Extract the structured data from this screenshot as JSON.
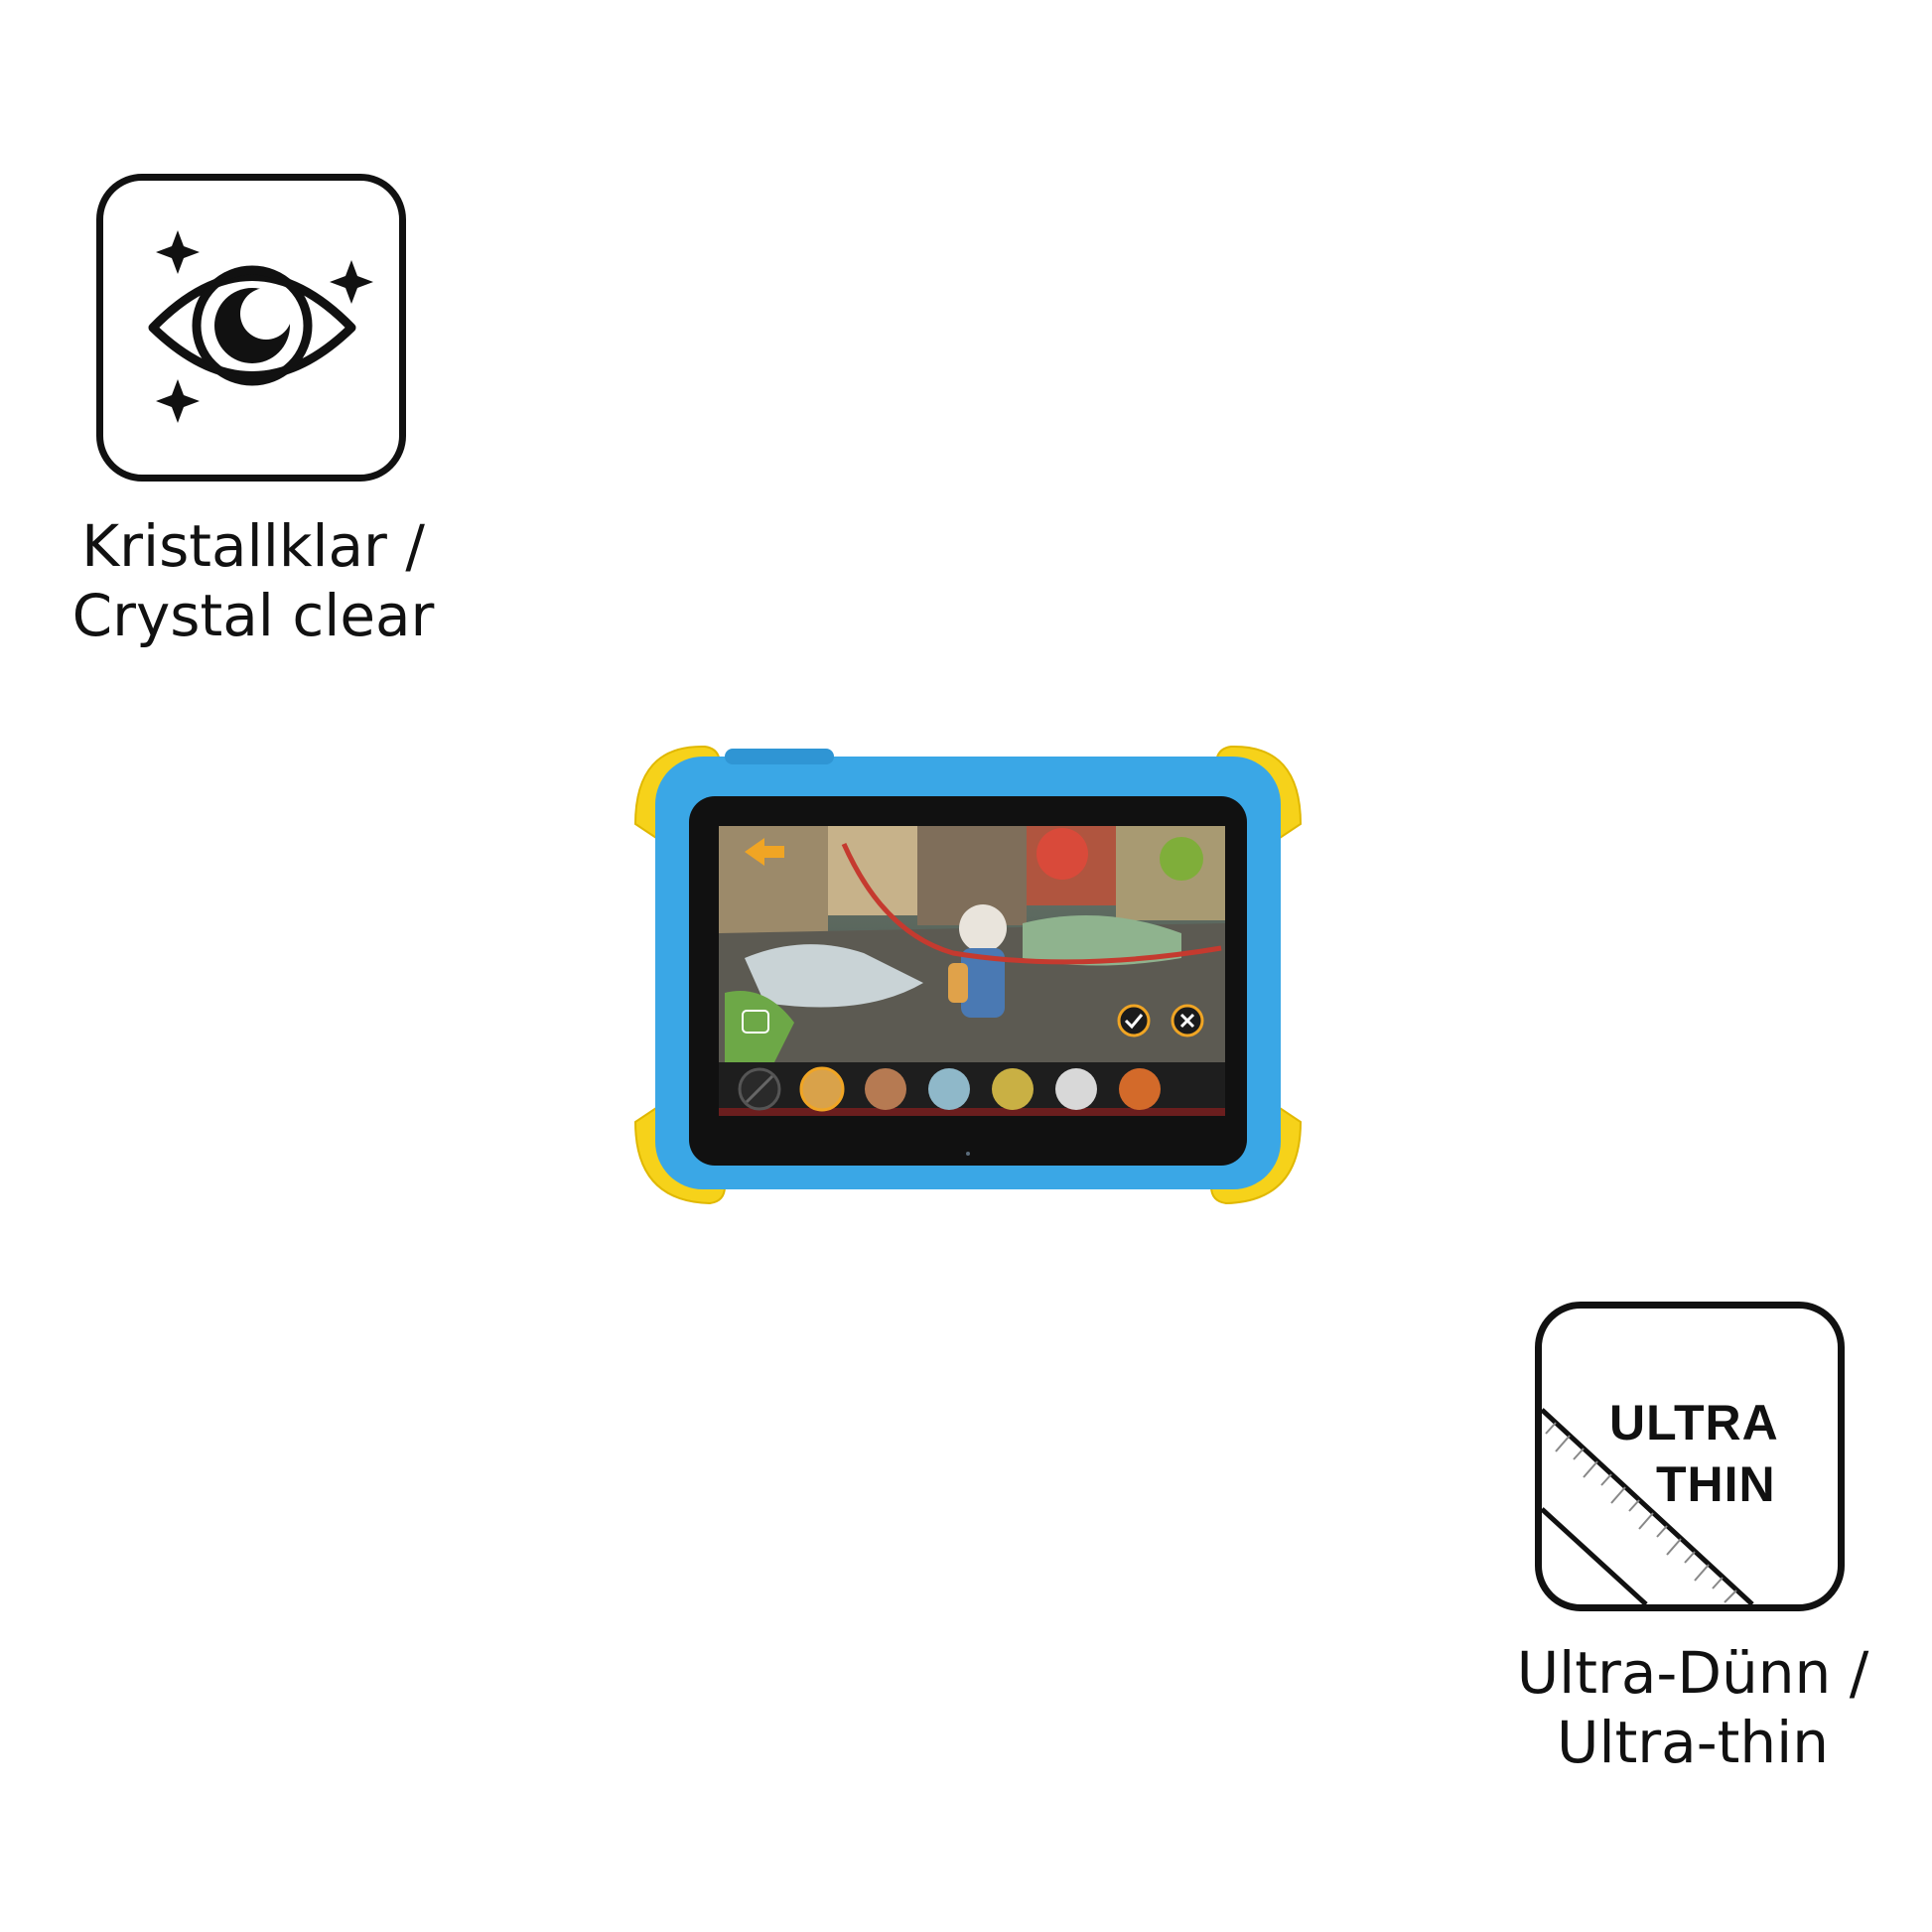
{
  "features": {
    "clear": {
      "line1": "Kristallklar /",
      "line2": "Crystal clear",
      "icon": "eye-sparkle-icon"
    },
    "thin": {
      "line1": "Ultra-Dünn /",
      "line2": "Ultra-thin",
      "badge_line1": "ULTRA",
      "badge_line2": "THIN",
      "icon": "ruler-icon"
    }
  },
  "colors": {
    "case_blue": "#3aa7e6",
    "handle_yellow": "#f6d21a",
    "screen_bezel": "#111111",
    "icon_stroke": "#111111"
  }
}
